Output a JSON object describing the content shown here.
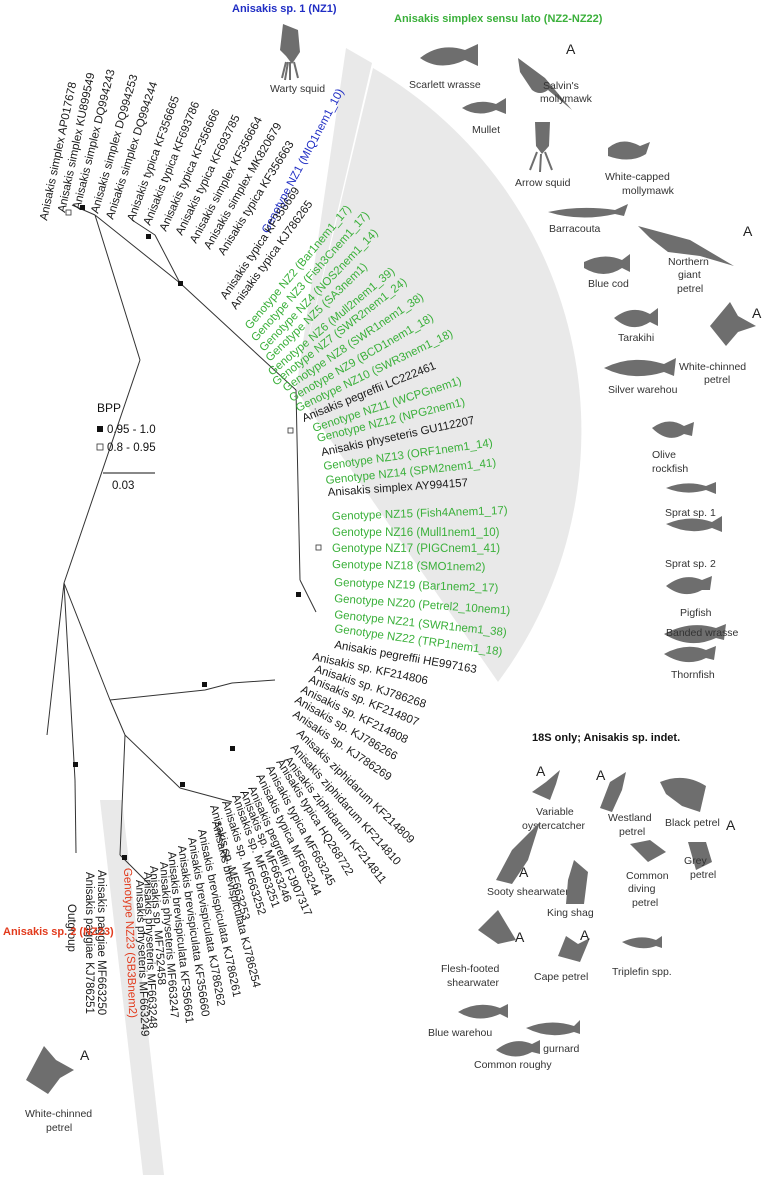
{
  "colors": {
    "nz1": "#1f2dc4",
    "simplex_sl": "#3ab03a",
    "nz23": "#e23a1c",
    "silhouette": "#6e6e6e",
    "wedge": "#e9e9e9",
    "text": "#1a1a1a"
  },
  "headings": {
    "nz1": "Anisakis sp. 1 (NZ1)",
    "simplex": "Anisakis simplex sensu lato (NZ2-NZ22)",
    "indet": "18S only; Anisakis sp. indet.",
    "nz23": "Anisakis sp. 2 (NZ23)"
  },
  "legend": {
    "title": "BPP",
    "high": "0.95 - 1.0",
    "low": "0.8 - 0.95",
    "scale": "0.03"
  },
  "leaves": [
    "Anisakis simplex AP017678",
    "Anisakis simplex KU899549",
    "Anisakis simplex DQ994243",
    "Anisakis simplex DQ994253",
    "Anisakis simplex DQ994244",
    "Anisakis typica KF356665",
    "Anisakis typica KF693786",
    "Anisakis typica KF356666",
    "Anisakis typica KF693785",
    "Anisakis simplex KF356664",
    "Anisakis simplex MK820679",
    "Anisakis typica KF356663",
    "Genotype NZ1 (MIQ1nem1_10)",
    "Anisakis typica KF356669",
    "Anisakis typica KJ786265",
    "Genotype NZ2 (Bar1nem1_17)",
    "Genotype NZ3 (Fish3Cnem1_17)",
    "Genotype NZ4 (NOS2nem1_14)",
    "Genotype NZ5 (SA3nem1)",
    "Genotype NZ6 (Mull2nem1_39)",
    "Genotype NZ7 (SWR2nem1_24)",
    "Genotype NZ8 (SWR1nem1_38)",
    "Genotype NZ9 (BCD1nem1_18)",
    "Genotype NZ10 (SWR3nem1_18)",
    "Anisakis pegreffii LC222461",
    "Genotype NZ11 (WCPGnem1)",
    "Genotype NZ12 (NPG2nem1)",
    "Anisakis physeteris GU112207",
    "Genotype NZ13 (ORF1nem1_14)",
    "Genotype NZ14 (SPM2nem1_41)",
    "Anisakis simplex AY994157",
    "Genotype NZ15 (Fish4Anem1_17)",
    "Genotype NZ16 (Mull1nem1_10)",
    "Genotype NZ17 (PIGCnem1_41)",
    "Genotype NZ18 (SMO1nem2)",
    "Genotype NZ19 (Bar1nem2_17)",
    "Genotype NZ20 (Petrel2_10nem1)",
    "Genotype NZ21 (SWR1nem1_38)",
    "Genotype NZ22 (TRP1nem1_18)",
    "Anisakis pegreffii HE997163",
    "Anisakis sp. KF214806",
    "Anisakis sp. KJ786268",
    "Anisakis sp. KF214807",
    "Anisakis sp. KF214808",
    "Anisakis sp. KJ786266",
    "Anisakis sp. KJ786269",
    "Anisakis ziphidarum KF214809",
    "Anisakis ziphidarum KF214810",
    "Anisakis ziphidarum KF214811",
    "Anisakis typica HQ268722",
    "Anisakis typica MF663245",
    "Anisakis typica MF663244",
    "Anisakis pegreffii FJ907317",
    "Anisakis sp. MF663246",
    "Anisakis sp. MF663251",
    "Anisakis sp. MF663252",
    "Anisakis sp. MF663253",
    "Anisakis brevispiculata KJ786254",
    "Anisakis brevispiculata KJ786261",
    "Anisakis brevispiculata KJ786262",
    "Anisakis brevispiculata KF356660",
    "Anisakis brevispiculata KF356661",
    "Anisakis physeteris MF663247",
    "Anisakis sp. MF752458",
    "Anisakis physeteris MF663248",
    "Anisakis physeteris MF663249",
    "Genotype NZ23 (SB3Bnem2)",
    "Anisakis paggiae MF663250",
    "Anisakis paggiae KJ786251",
    "Outgroup"
  ],
  "hosts": {
    "nz1": [
      "Warty squid"
    ],
    "simplex": [
      "Scarlett wrasse",
      "Salvin's",
      "mollymawk",
      "Mullet",
      "Arrow squid",
      "White-capped",
      "mollymawk",
      "Barracouta",
      "Northern",
      "giant",
      "petrel",
      "Blue cod",
      "Tarakihi",
      "White-chinned",
      "petrel",
      "Silver warehou",
      "Olive",
      "rockfish",
      "Sprat sp. 1",
      "Sprat sp. 2",
      "Pigfish",
      "Banded wrasse",
      "Thornfish"
    ],
    "indet": [
      "Variable",
      "oystercatcher",
      "Westland",
      "petrel",
      "Black petrel",
      "Grey",
      "petrel",
      "Sooty shearwater",
      "King shag",
      "Common",
      "diving",
      "petrel",
      "Flesh-footed",
      "shearwater",
      "Cape petrel",
      "Triplefin spp.",
      "Blue warehou",
      "Red gurnard",
      "Common roughy"
    ],
    "nz23": [
      "White-chinned",
      "petrel"
    ],
    "adult_mark": "A"
  }
}
